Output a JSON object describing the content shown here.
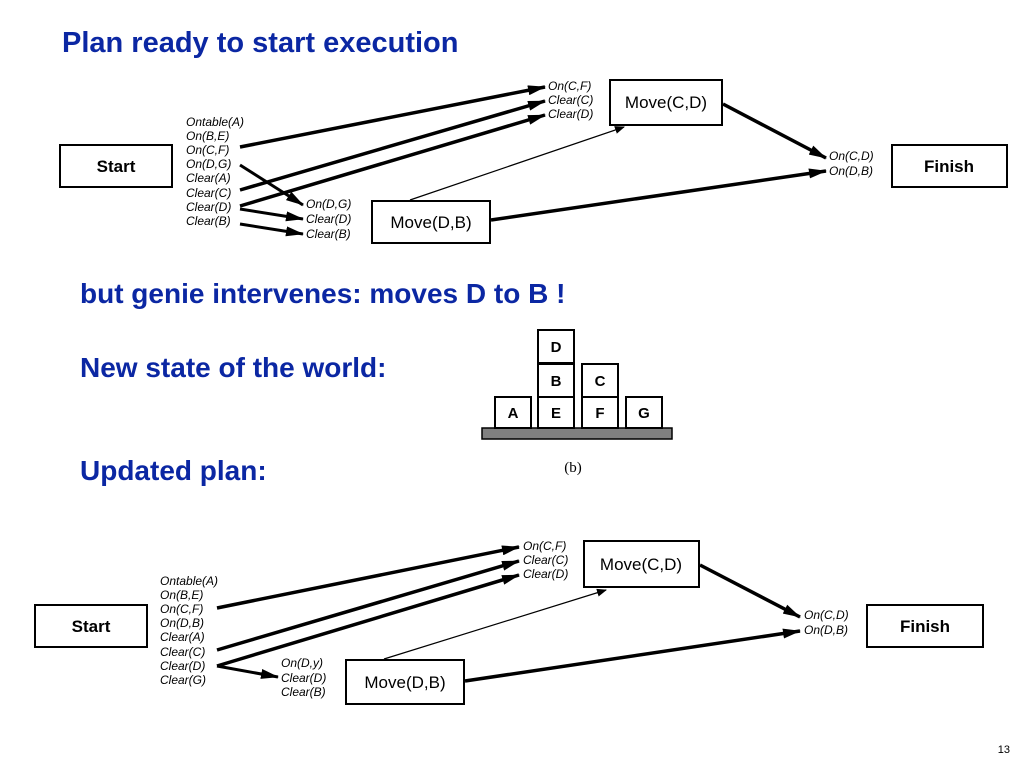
{
  "headings": {
    "plan_ready": "Plan ready to start execution",
    "genie": "but genie intervenes:  moves D to B  !",
    "new_state": "New state of the world:",
    "updated_plan": "Updated plan:"
  },
  "plan1": {
    "start": "Start",
    "finish": "Finish",
    "move_cd": "Move(C,D)",
    "move_db": "Move(D,B)",
    "start_effects": [
      "Ontable(A)",
      "On(B,E)",
      "On(C,F)",
      "On(D,G)",
      "Clear(A)",
      "Clear(C)",
      "Clear(D)",
      "Clear(B)"
    ],
    "move_cd_pre": [
      "On(C,F)",
      "Clear(C)",
      "Clear(D)"
    ],
    "move_db_pre": [
      "On(D,G)",
      "Clear(D)",
      "Clear(B)"
    ],
    "finish_pre": [
      "On(C,D)",
      "On(D,B)"
    ]
  },
  "world": {
    "blocks": [
      "D",
      "B",
      "C",
      "A",
      "E",
      "F",
      "G"
    ],
    "caption": "(b)"
  },
  "plan2": {
    "start": "Start",
    "finish": "Finish",
    "move_cd": "Move(C,D)",
    "move_db": "Move(D,B)",
    "start_effects": [
      "Ontable(A)",
      "On(B,E)",
      "On(C,F)",
      "On(D,B)",
      "Clear(A)",
      "Clear(C)",
      "Clear(D)",
      "Clear(G)"
    ],
    "move_cd_pre": [
      "On(C,F)",
      "Clear(C)",
      "Clear(D)"
    ],
    "move_db_pre": [
      "On(D,y)",
      "Clear(D)",
      "Clear(B)"
    ],
    "finish_pre": [
      "On(C,D)",
      "On(D,B)"
    ]
  },
  "page_number": "13"
}
